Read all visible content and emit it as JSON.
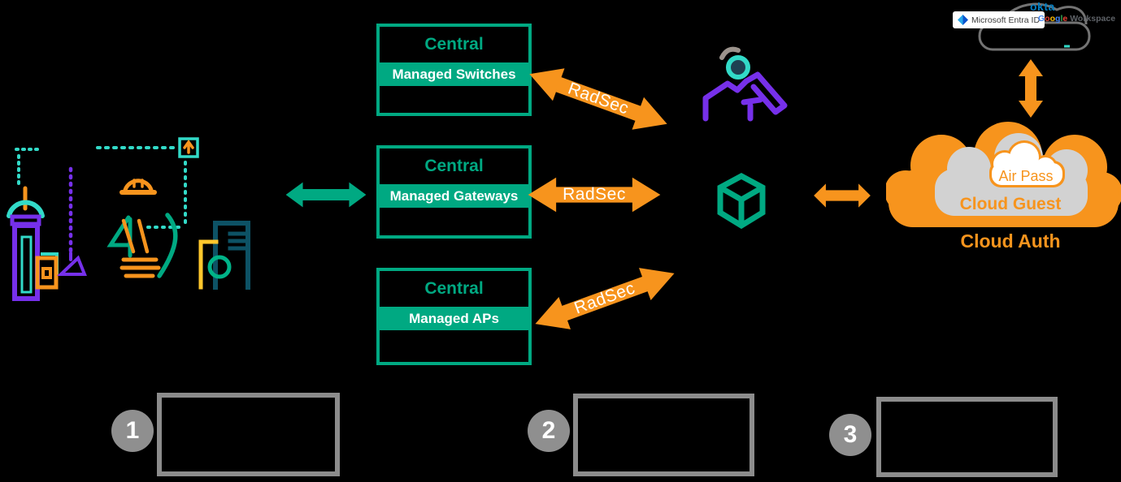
{
  "background": "#000000",
  "colors": {
    "green": "#00A982",
    "orange": "#F7941D",
    "purple": "#7630EA",
    "teal": "#32DAC8",
    "dark_teal": "#0D5265",
    "yellow": "#FFC72C",
    "gray_ui": "#8C8C8C",
    "cloud_gray": "#D2D2D2",
    "okta_blue": "#007DC1"
  },
  "central_boxes": [
    {
      "title": "Central",
      "subtitle": "Managed Switches"
    },
    {
      "title": "Central",
      "subtitle": "Managed Gateways"
    },
    {
      "title": "Central",
      "subtitle": "Managed APs"
    }
  ],
  "radsec_arrows": [
    {
      "label": "RadSec"
    },
    {
      "label": "RadSec"
    },
    {
      "label": "RadSec"
    }
  ],
  "cloud": {
    "air_pass": "Air Pass",
    "cloud_guest": "Cloud Guest",
    "cloud_auth": "Cloud Auth"
  },
  "idp": {
    "microsoft_entra": "Microsoft Entra ID",
    "okta": "okta",
    "google_letters": [
      {
        "ch": "G",
        "color": "#4285F4"
      },
      {
        "ch": "o",
        "color": "#EA4335"
      },
      {
        "ch": "o",
        "color": "#FBBC05"
      },
      {
        "ch": "g",
        "color": "#4285F4"
      },
      {
        "ch": "l",
        "color": "#34A853"
      },
      {
        "ch": "e",
        "color": "#EA4335"
      }
    ],
    "google_suffix": "Workspace"
  },
  "steps": [
    {
      "number": "1"
    },
    {
      "number": "2"
    },
    {
      "number": "3"
    }
  ],
  "icons": {
    "left": "campus-buildings-illustration",
    "admin": "network-admin-person-icon",
    "cube": "service-cube-icon",
    "cloud": "cloud-services-icon",
    "idp_cloud": "identity-providers-cloud-outline",
    "entra": "microsoft-entra-diamond-icon"
  }
}
